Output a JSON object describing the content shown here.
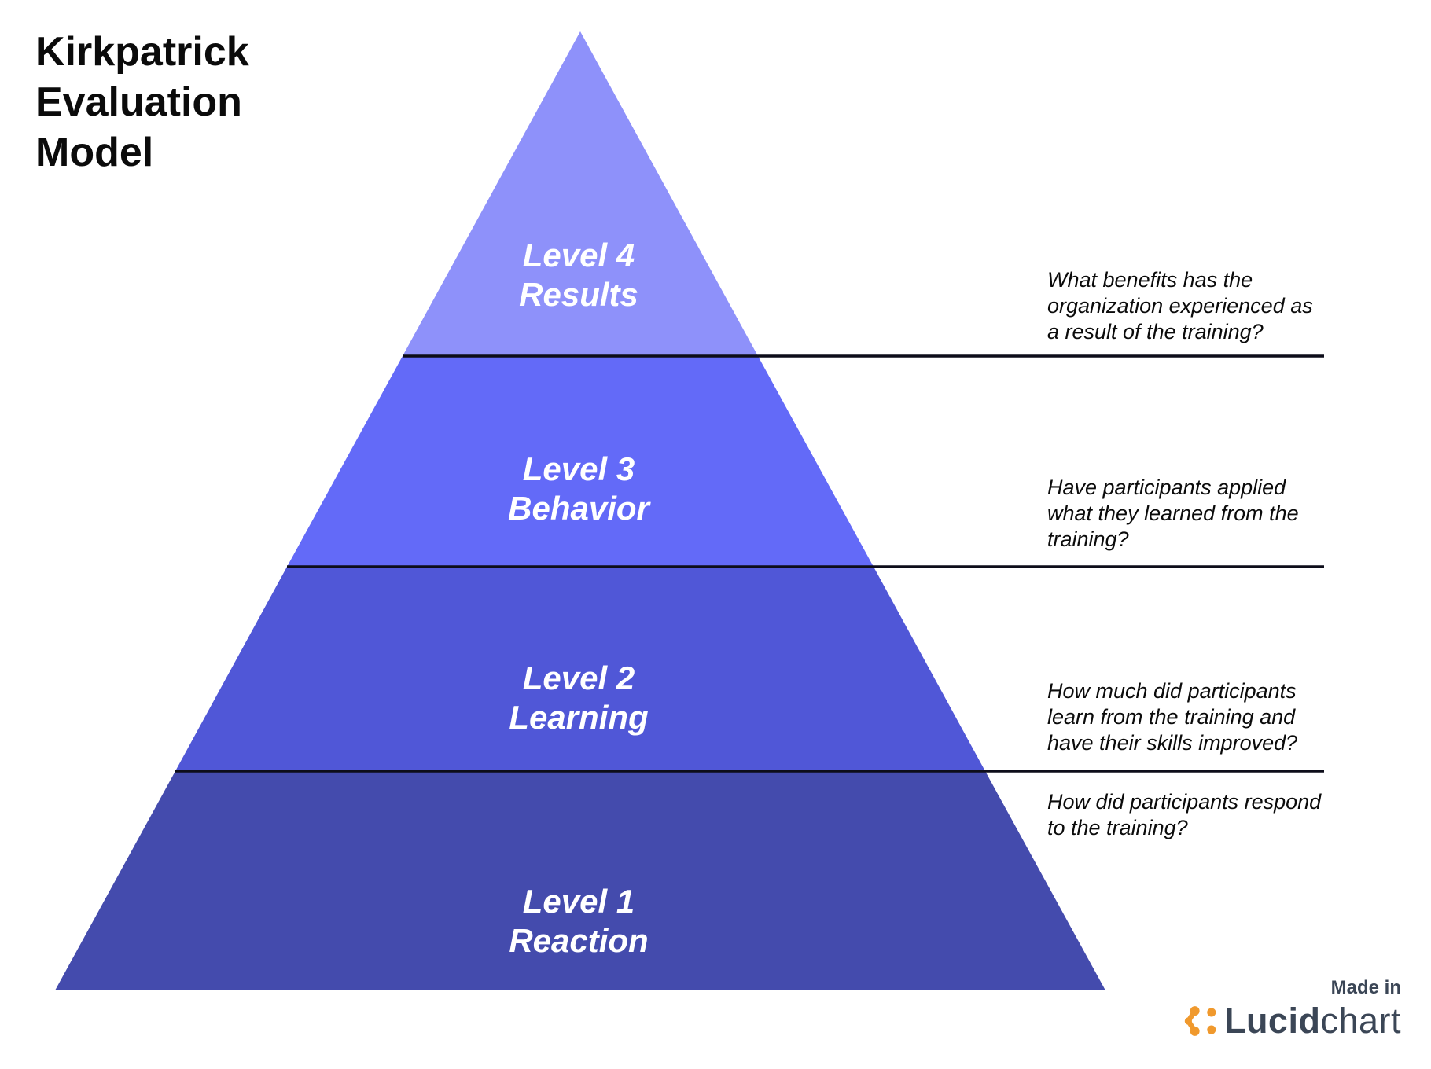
{
  "title": "Kirkpatrick\nEvaluation\nModel",
  "levels": [
    {
      "name": "Level 4",
      "category": "Results",
      "color": "#8E91FA",
      "question": "What benefits has the\norganization experienced as\na result of the training?"
    },
    {
      "name": "Level 3",
      "category": "Behavior",
      "color": "#636AF8",
      "question": "Have participants applied\nwhat they learned from the\ntraining?"
    },
    {
      "name": "Level 2",
      "category": "Learning",
      "color": "#5057D7",
      "question": "How much did participants\nlearn from the training and\nhave their skills improved?"
    },
    {
      "name": "Level 1",
      "category": "Reaction",
      "color": "#444BAD",
      "question": "How did participants respond\nto the training?"
    }
  ],
  "divider_color": "#0D0D1A",
  "footer": {
    "made_in": "Made in",
    "brand_bold": "Lucid",
    "brand_regular": "chart",
    "brand_text_color": "#3B4656",
    "brand_icon_color": "#F0992D"
  }
}
